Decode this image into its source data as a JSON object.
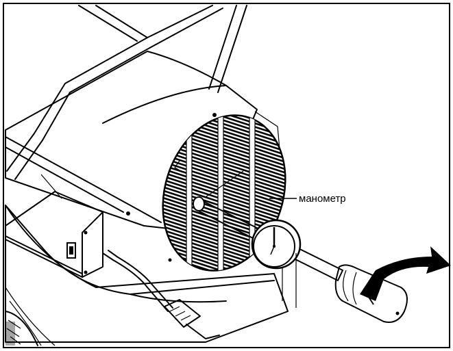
{
  "diagram": {
    "callout_label": "манометр",
    "parts": [
      {
        "name": "heater-body",
        "icon": "heater-body-icon"
      },
      {
        "name": "handle-frame",
        "icon": "handle-frame-icon"
      },
      {
        "name": "fan-grille",
        "icon": "grille-icon"
      },
      {
        "name": "control-box",
        "icon": "control-box-icon"
      },
      {
        "name": "power-cord",
        "icon": "power-cord-icon"
      },
      {
        "name": "pressure-gauge",
        "icon": "pressure-gauge-icon"
      },
      {
        "name": "gauge-probe",
        "icon": "probe-icon"
      },
      {
        "name": "probe-handle",
        "icon": "probe-handle-icon"
      },
      {
        "name": "rotation-arrow",
        "icon": "curved-arrow-icon"
      }
    ],
    "colors": {
      "line": "#000000",
      "background": "#ffffff"
    }
  }
}
